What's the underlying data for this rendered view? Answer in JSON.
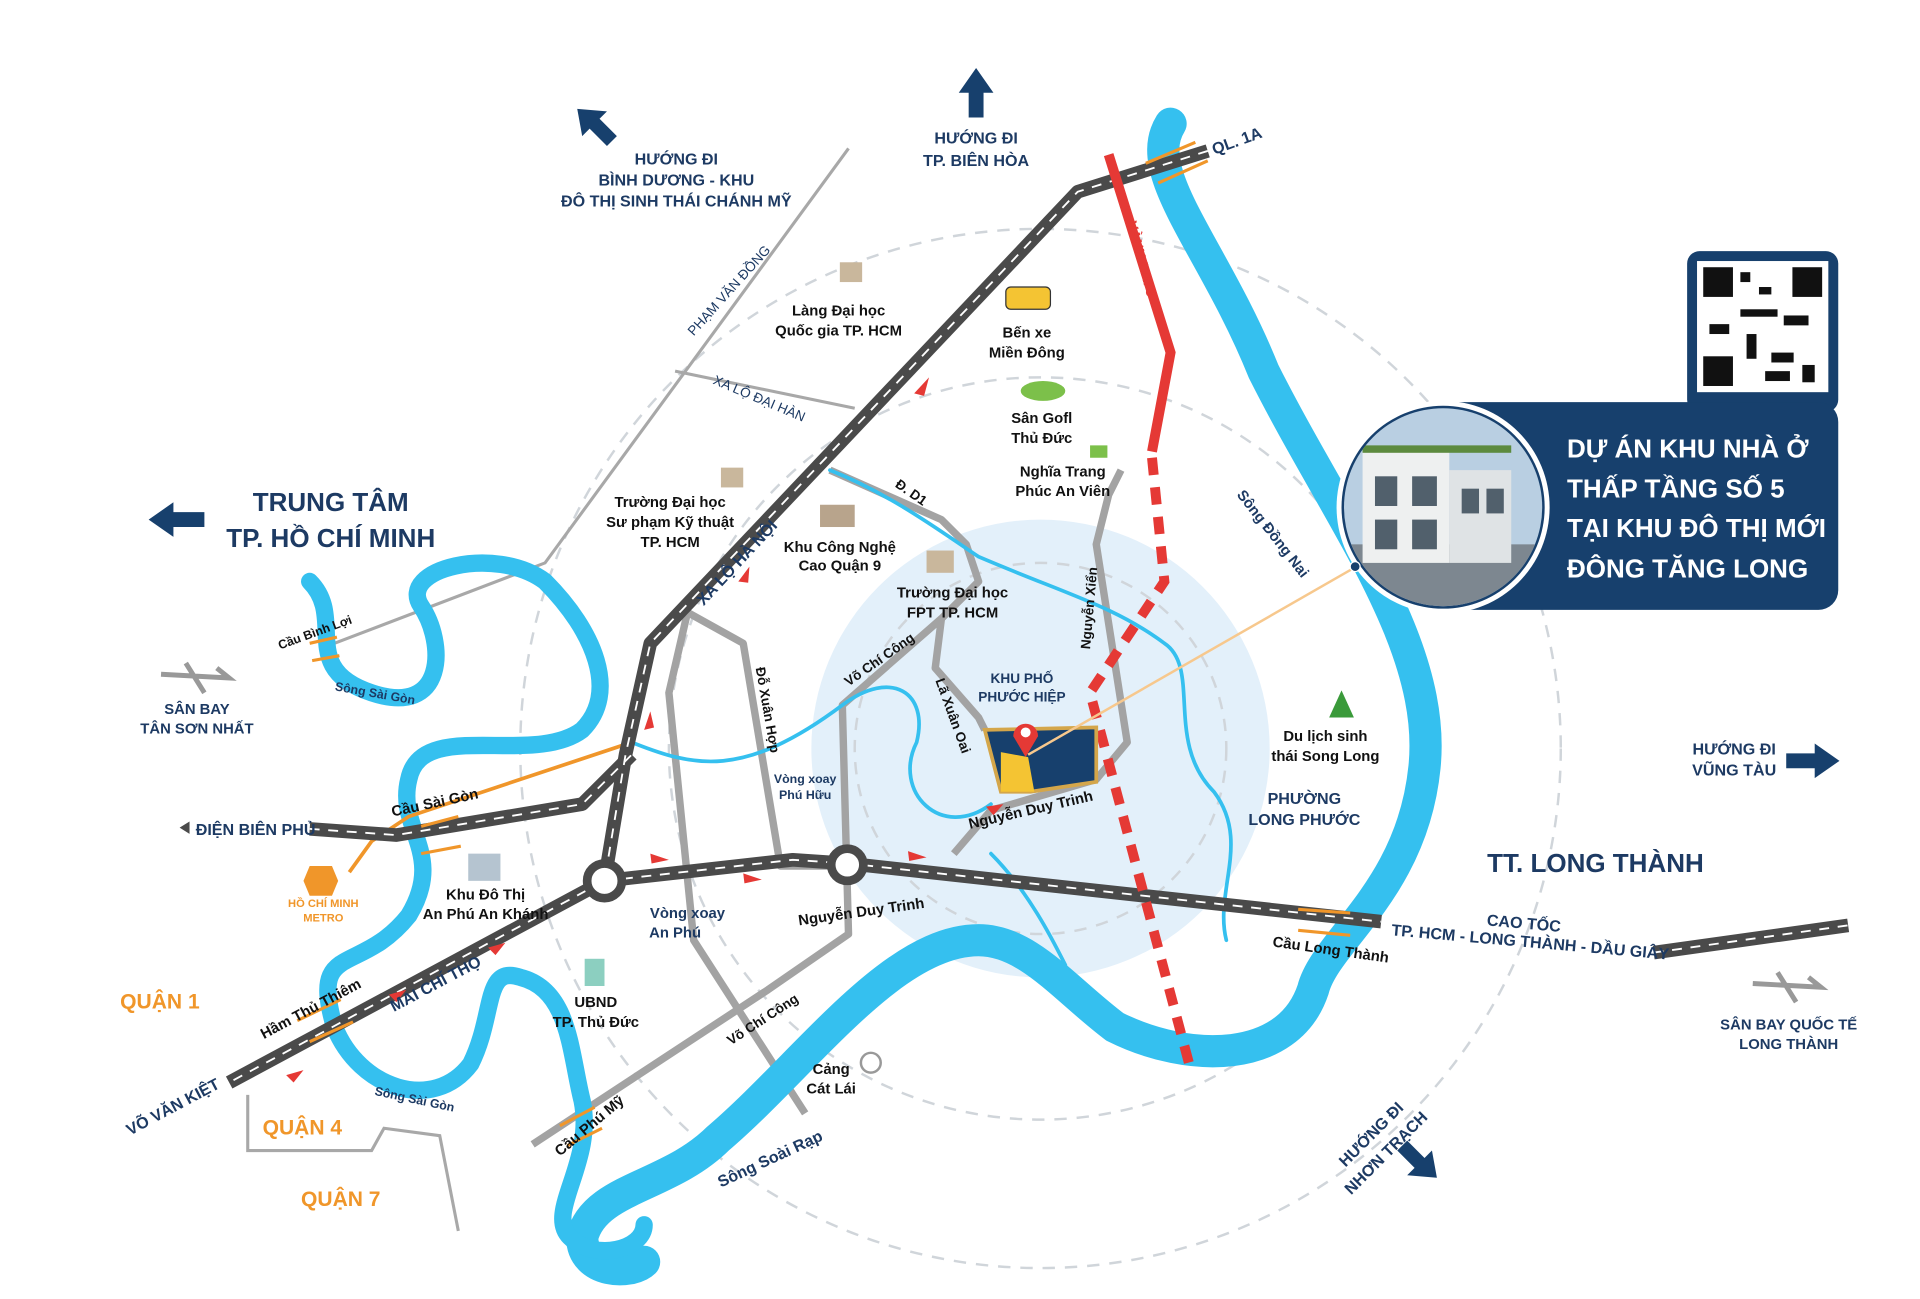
{
  "colors": {
    "navy": "#17406d",
    "river": "#35c0ef",
    "road": "#4a4a4a",
    "ring": "#e53935",
    "orange": "#f0962a",
    "zone": "#e3f0fa"
  },
  "directions": {
    "binh_duong": [
      "HƯỚNG ĐI",
      "BÌNH DƯƠNG - KHU",
      "ĐÔ THỊ SINH THÁI CHÁNH MỸ"
    ],
    "bien_hoa": [
      "HƯỚNG ĐI",
      "TP. BIÊN HÒA"
    ],
    "vung_tau": [
      "HƯỚNG ĐI",
      "VŨNG TÀU"
    ],
    "nhon_trach": [
      "HƯỚNG ĐI",
      "NHƠN TRẠCH"
    ],
    "ql1a": "QL. 1A"
  },
  "center": [
    "TRUNG TÂM",
    "TP. HỒ CHÍ MINH"
  ],
  "long_thanh": "TT. LONG THÀNH",
  "project": {
    "title": [
      "DỰ ÁN KHU NHÀ Ở",
      "THẤP TẦNG SỐ 5",
      "TẠI KHU ĐÔ THỊ MỚI",
      "ĐÔNG TĂNG LONG"
    ],
    "area": [
      "KHU PHỐ",
      "PHƯỚC HIỆP"
    ]
  },
  "roads": {
    "pham_van_dong": "PHẠM VĂN ĐỒNG",
    "xa_lo_dai_han": "XA LỘ ĐẠI HÀN",
    "xa_lo_ha_noi": "XA LỘ HÀ NỘI",
    "d1": "Đ. D1",
    "vanh_dai_3": "VÀNH ĐAI 3",
    "nguyen_xien": "Nguyễn Xiển",
    "vo_chi_cong": "Võ Chí Công",
    "la_xuan_oai": "Lã Xuân Oai",
    "do_xuan_hop": "Đỗ Xuân Hợp",
    "nguyen_duy_trinh": "Nguyễn Duy Trinh",
    "dien_bien_phu": "ĐIỆN BIÊN PHỦ",
    "mai_chi_tho": "MAI CHÍ THỌ",
    "vo_van_kiet": "VÕ VĂN KIỆT",
    "ham_thu_thiem": "Hầm Thủ Thiêm",
    "cao_toc": [
      "CAO TỐC",
      "TP. HCM - LONG THÀNH - DẦU GIÂY"
    ]
  },
  "bridges": {
    "binh_loi": "Cầu Bình Lợi",
    "sai_gon": "Cầu Sài Gòn",
    "phu_my": "Cầu Phú Mỹ",
    "long_thanh": "Cầu Long Thành"
  },
  "rivers": {
    "sai_gon": "Sông Sài Gòn",
    "dong_nai": "Sông Đồng Nai",
    "soai_rap": "Sông Soài Rạp"
  },
  "districts": {
    "q1": "QUẬN 1",
    "q4": "QUẬN 4",
    "q7": "QUẬN 7",
    "long_phuoc": [
      "PHƯỜNG",
      "LONG PHƯỚC"
    ]
  },
  "pois": {
    "lang_dai_hoc": [
      "Làng Đại học",
      "Quốc gia TP. HCM"
    ],
    "ben_xe": [
      "Bến xe",
      "Miền Đông"
    ],
    "san_golf": [
      "Sân Gofl",
      "Thủ Đức"
    ],
    "nghia_trang": [
      "Nghĩa Trang",
      "Phúc An Viên"
    ],
    "su_pham": [
      "Trường Đại học",
      "Sư phạm Kỹ thuật",
      "TP. HCM"
    ],
    "cong_nghe": [
      "Khu Công Nghệ",
      "Cao Quận 9"
    ],
    "fpt": [
      "Trường Đại học",
      "FPT TP. HCM"
    ],
    "song_long": [
      "Du lịch sinh",
      "thái Song Long"
    ],
    "vx_phu_huu": [
      "Vòng xoay",
      "Phú Hữu"
    ],
    "vx_an_phu": [
      "Vòng xoay",
      "An Phú"
    ],
    "an_phu_an_khanh": [
      "Khu Đô Thị",
      "An Phú An Khánh"
    ],
    "ubnd": [
      "UBND",
      "TP. Thủ Đức"
    ],
    "cat_lai": [
      "Cảng",
      "Cát Lái"
    ],
    "metro": [
      "HỒ CHÍ MINH",
      "METRO"
    ],
    "tan_son_nhat": [
      "SÂN BAY",
      "TÂN SƠN NHẤT"
    ],
    "long_thanh_airport": [
      "SÂN BAY QUỐC TẾ",
      "LONG THÀNH"
    ]
  }
}
